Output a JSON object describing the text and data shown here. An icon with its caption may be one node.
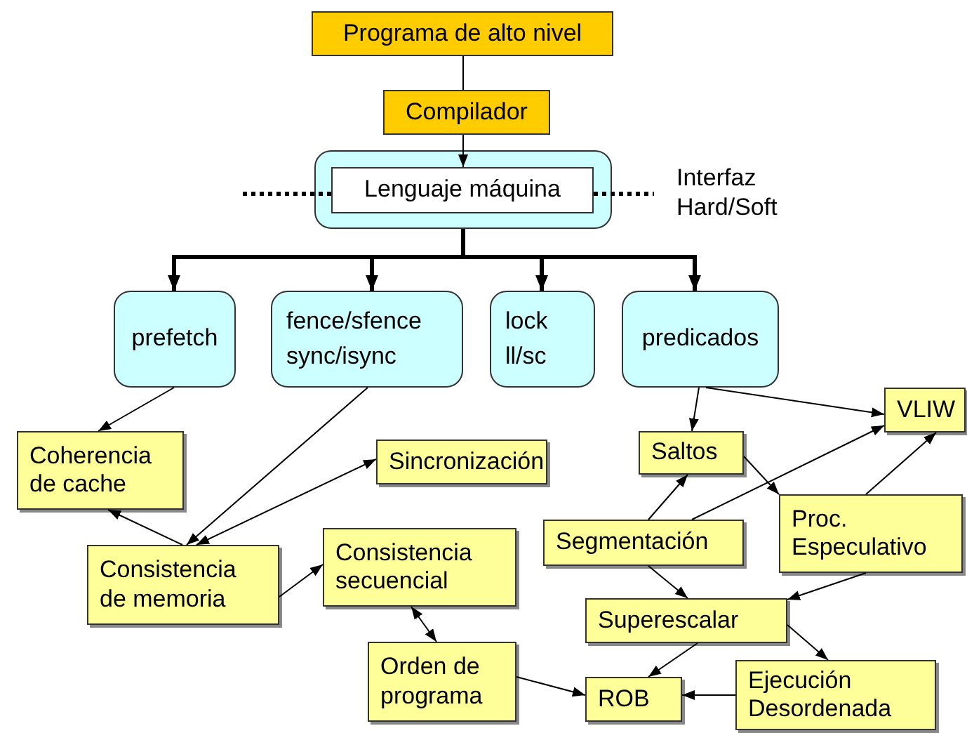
{
  "diagram": {
    "nodes": [
      {
        "text": [
          "Programa de alto nivel"
        ]
      },
      {
        "text": [
          "Compilador"
        ]
      },
      {
        "text": [],
        "shape": "box"
      },
      {
        "text": [
          "Lenguaje máquina"
        ],
        "in": 2
      },
      {
        "text": [
          "prefetch"
        ]
      },
      {
        "text": [
          "fence/sfence",
          "sync/isync"
        ]
      },
      {
        "text": [
          "lock",
          "ll/sc"
        ]
      },
      {
        "text": [
          "predicados"
        ]
      },
      {
        "text": [
          "Coherencia de cache"
        ]
      },
      {
        "text": [
          "Sincronización"
        ]
      },
      {
        "text": [
          "Saltos"
        ]
      },
      {
        "text": [
          "VLIW"
        ]
      },
      {
        "text": [
          "Segmentación"
        ]
      },
      {
        "text": [
          "Proc. Especulativo"
        ]
      },
      {
        "text": [
          "Consistencia de memoria"
        ]
      },
      {
        "text": [
          "Consistencia secuencial"
        ]
      },
      {
        "text": [
          "Superescalar"
        ]
      },
      {
        "text": [
          "Orden de programa"
        ]
      },
      {
        "text": [
          "ROB"
        ]
      },
      {
        "text": [
          "Ejecución Desordenada"
        ]
      }
    ],
    "edges": [
      {
        "from": 0,
        "to": 1,
        "arrow": "none"
      },
      {
        "from": 1,
        "to": 3,
        "arrow": "to"
      },
      {
        "from": 2,
        "to": 4,
        "arrow": "to",
        "style": "thick"
      },
      {
        "from": 2,
        "to": 5,
        "arrow": "to",
        "style": "thick"
      },
      {
        "from": 2,
        "to": 6,
        "arrow": "to",
        "style": "thick"
      },
      {
        "from": 2,
        "to": 7,
        "arrow": "to",
        "style": "thick"
      },
      {
        "from": 4,
        "to": 8,
        "arrow": "to"
      },
      {
        "from": 5,
        "to": 14,
        "arrow": "to"
      },
      {
        "from": 14,
        "to": 9,
        "arrow": "both"
      },
      {
        "from": 14,
        "to": 8,
        "arrow": "to"
      },
      {
        "from": 14,
        "to": 15,
        "arrow": "to"
      },
      {
        "from": 15,
        "to": 17,
        "arrow": "both"
      },
      {
        "from": 17,
        "to": 18,
        "arrow": "to"
      },
      {
        "from": 7,
        "to": 10,
        "arrow": "to"
      },
      {
        "from": 7,
        "to": 11,
        "arrow": "to"
      },
      {
        "from": 10,
        "to": 13,
        "arrow": "to"
      },
      {
        "from": 12,
        "to": 10,
        "arrow": "to"
      },
      {
        "from": 12,
        "to": 11,
        "arrow": "to"
      },
      {
        "from": 13,
        "to": 11,
        "arrow": "to"
      },
      {
        "from": 12,
        "to": 16,
        "arrow": "to"
      },
      {
        "from": 13,
        "to": 16,
        "arrow": "to"
      },
      {
        "from": 16,
        "to": 19,
        "arrow": "to"
      },
      {
        "from": 16,
        "to": 18,
        "arrow": "to"
      },
      {
        "from": 19,
        "to": 18,
        "arrow": "to"
      }
    ],
    "labels": [
      "Interfaz Hard/Soft"
    ]
  }
}
